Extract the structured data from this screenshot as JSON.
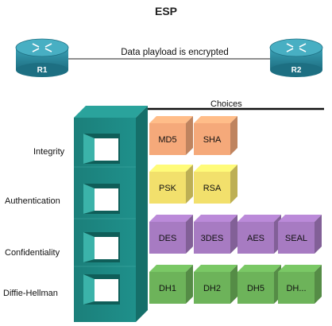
{
  "title": "ESP",
  "link_caption": "Data playload is encrypted",
  "routers": [
    {
      "label": "R1"
    },
    {
      "label": "R2"
    }
  ],
  "choices_label": "Choices",
  "rows": [
    {
      "label": "Integrity",
      "choices": [
        "MD5",
        "SHA"
      ],
      "color": "#f5a97a"
    },
    {
      "label": "Authentication",
      "choices": [
        "PSK",
        "RSA"
      ],
      "color": "#f2e06c"
    },
    {
      "label": "Confidentiality",
      "choices": [
        "DES",
        "3DES",
        "AES",
        "SEAL"
      ],
      "color": "#a77bc2"
    },
    {
      "label": "Diffie-Hellman",
      "choices": [
        "DH1",
        "DH2",
        "DH5",
        "DH..."
      ],
      "color": "#6db35a"
    }
  ],
  "colors": {
    "pillar": "#1e8a85",
    "router": "#2a8ba0"
  }
}
